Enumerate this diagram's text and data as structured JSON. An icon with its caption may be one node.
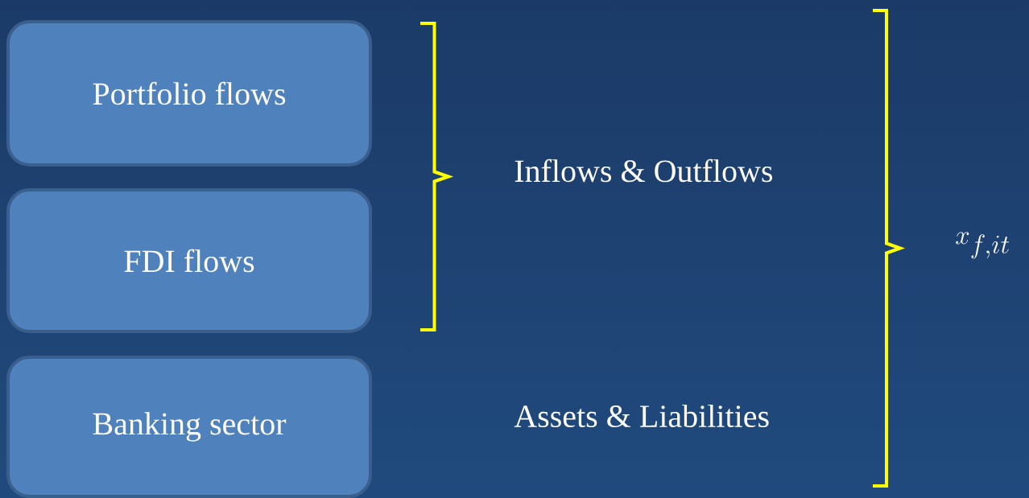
{
  "diagram": {
    "nodes": [
      {
        "text": [
          "Portfolio flows"
        ]
      },
      {
        "text": [
          "FDI flows"
        ]
      },
      {
        "text": [
          "Banking sector"
        ]
      }
    ],
    "labels": [
      "Inflows & Outflows",
      "Assets & Liabilities",
      "x_{f,it}"
    ]
  }
}
